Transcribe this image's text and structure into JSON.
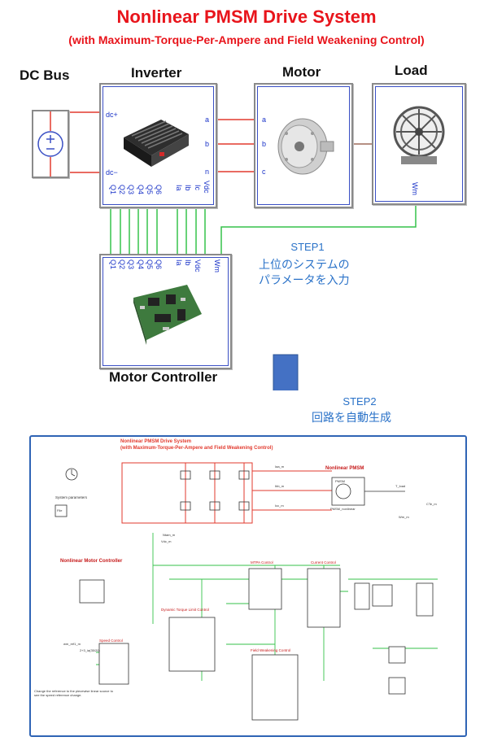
{
  "title": "Nonlinear PMSM Drive System",
  "subtitle": "(with Maximum-Torque-Per-Ampere and Field Weakening Control)",
  "blocks": {
    "dc_bus": {
      "label": "DC Bus",
      "ports": [
        "dc+",
        "dc-"
      ]
    },
    "inverter": {
      "label": "Inverter",
      "left_ports": [
        "dc+",
        "dc−"
      ],
      "right_ports": [
        "a",
        "b",
        "n"
      ],
      "bottom_ports": [
        "Q1",
        "Q2",
        "Q3",
        "Q4",
        "Q5",
        "Q6",
        "Ia",
        "Ib",
        "Ic",
        "Vdc"
      ]
    },
    "motor": {
      "label": "Motor",
      "ports": [
        "a",
        "b",
        "c"
      ]
    },
    "load": {
      "label": "Load",
      "port": "Wm"
    },
    "controller": {
      "label": "Motor Controller",
      "ports": [
        "Q1",
        "Q2",
        "Q3",
        "Q4",
        "Q5",
        "Q6",
        "Ia",
        "Ib",
        "Vdc",
        "Wm"
      ]
    }
  },
  "step1": {
    "label": "STEP1",
    "lines": [
      "上位のシステムの",
      "パラメータを入力"
    ]
  },
  "step2": {
    "label": "STEP2",
    "text": "回路を自動生成"
  },
  "schematic": {
    "title": "Nonlinear PMSM Drive System",
    "subtitle": "(with Maximum-Torque-Per-Ampere and Field Weakening Control)",
    "pmsm_label": "Nonlinear PMSM",
    "controller_label": "Nonlinear Motor Controller",
    "system_params": "System parameters",
    "file_label": "File",
    "mtpa_label": "MTPA Control",
    "current_label": "Current Control",
    "dtl_label": "Dynamic Torque Limit Control",
    "fw_label": "Field Weakening Control",
    "speed_label": "Speed Control",
    "meter_labels": [
      "Iaa_m",
      "Ibb_m",
      "Icc_m"
    ],
    "pmsm_block": "PMSM",
    "pmsm_sub": "PMSM_nonlinear",
    "note": "Change the reference to the piecewise linear source to see the speed reference change.",
    "tload": "T_load",
    "wm_label": "Wm_m",
    "cte_label": "CTe_m",
    "vdc_label": "Vdc_m",
    "ntam_label": "Ntam_m",
    "wm_ref": "wm_ref1_m",
    "fsym": "2+3_ia(35/20)"
  }
}
